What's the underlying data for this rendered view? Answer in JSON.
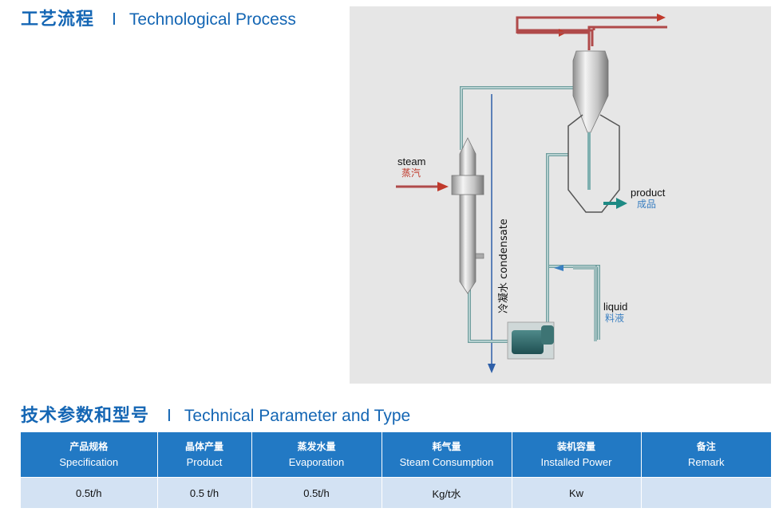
{
  "section1": {
    "title_cn": "工艺流程",
    "separator": "I",
    "title_en": "Technological Process"
  },
  "diagram": {
    "steam_en": "steam",
    "steam_cn": "蒸汽",
    "condensate_label": "冷凝水 condensate",
    "product_en": "product",
    "product_cn": "成品",
    "liquid_en": "liquid",
    "liquid_cn": "料液"
  },
  "section2": {
    "title_cn": "技术参数和型号",
    "separator": "I",
    "title_en": "Technical Parameter and Type"
  },
  "table": {
    "headers": [
      {
        "cn": "产品规格",
        "en": "Specification"
      },
      {
        "cn": "晶体产量",
        "en": "Product"
      },
      {
        "cn": "蒸发水量",
        "en": "Evaporation"
      },
      {
        "cn": "耗气量",
        "en": "Steam Consumption"
      },
      {
        "cn": "装机容量",
        "en": "Installed Power"
      },
      {
        "cn": "备注",
        "en": "Remark"
      }
    ],
    "rows": [
      [
        "0.5t/h",
        "0.5 t/h",
        "0.5t/h",
        "Kg/t水",
        "Kw",
        ""
      ]
    ]
  },
  "colors": {
    "brand_blue": "#1466b4",
    "header_blue": "#2279c4",
    "row_blue": "#d3e2f3",
    "steam_red": "#c0392b",
    "liquid_blue": "#3a7fc1",
    "product_teal": "#1d8a84"
  }
}
